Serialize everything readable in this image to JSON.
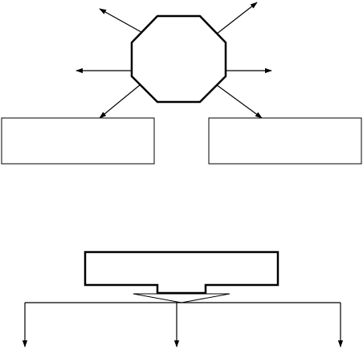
{
  "diagram": {
    "stroke_color": "#000000",
    "fill_color": "#ffffff",
    "shapes": [
      {
        "name": "center-octagon",
        "type": "octagon",
        "text": ""
      },
      {
        "name": "left-box",
        "type": "rectangle",
        "text": ""
      },
      {
        "name": "right-box",
        "type": "rectangle",
        "text": ""
      },
      {
        "name": "bottom-notched-box",
        "type": "notched-rectangle",
        "text": ""
      }
    ],
    "octagon_arrows": [
      "upper-left",
      "upper-right",
      "left",
      "right",
      "lower-left",
      "lower-right"
    ],
    "bottom_branches": [
      "left",
      "center",
      "right"
    ]
  }
}
